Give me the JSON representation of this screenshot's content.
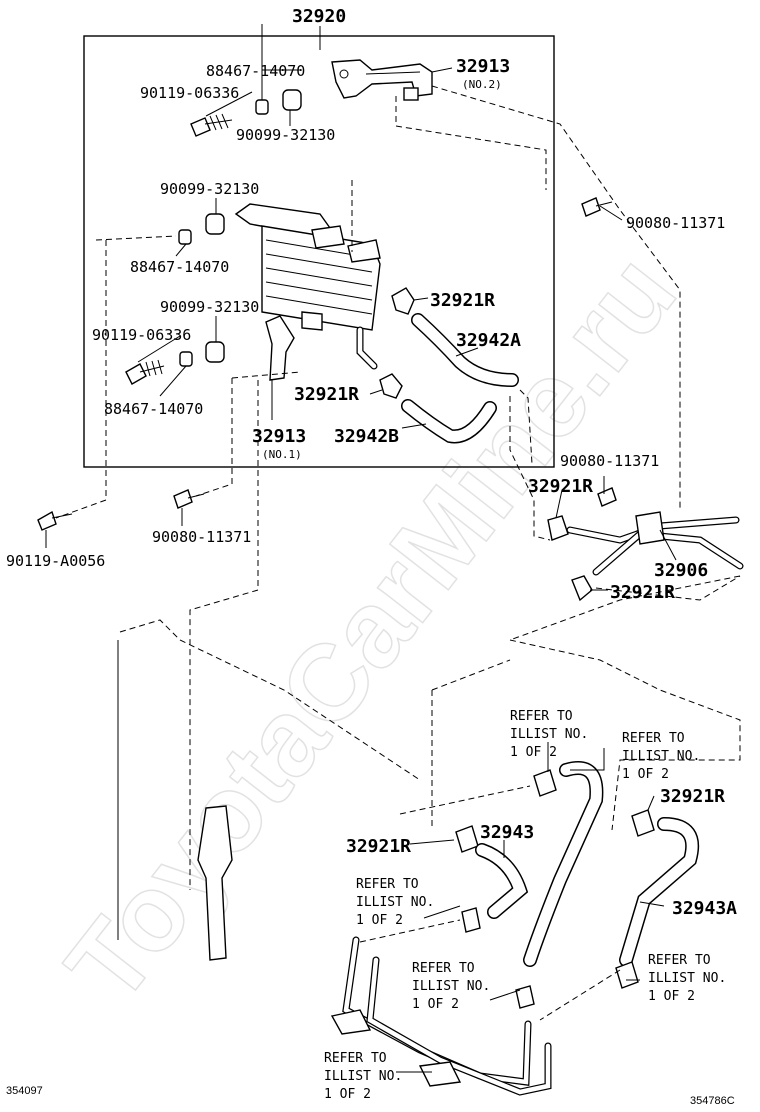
{
  "title_part": "32920",
  "parts": {
    "p88467_top": "88467-14070",
    "p90119_top": "90119-06336",
    "p90099_top": "90099-32130",
    "p32913_no2": "32913",
    "p32913_no2_sub": "(NO.2)",
    "p90080_right": "90080-11371",
    "p90099_mid": "90099-32130",
    "p88467_mid": "88467-14070",
    "p32921R_a": "32921R",
    "p90099_low": "90099-32130",
    "p90119_low": "90119-06336",
    "p32942A": "32942A",
    "p32921R_b": "32921R",
    "p88467_low": "88467-14070",
    "p32913_no1": "32913",
    "p32913_no1_sub": "(NO.1)",
    "p32942B": "32942B",
    "p90080_mid": "90080-11371",
    "p32921R_c": "32921R",
    "p90119_a0056": "90119-A0056",
    "p90080_left": "90080-11371",
    "p32906": "32906",
    "p32921R_d": "32921R",
    "p32921R_e": "32921R",
    "p32943": "32943",
    "p32921R_f": "32921R",
    "p32943A": "32943A"
  },
  "refs": [
    {
      "l1": "REFER TO",
      "l2": "ILLIST NO.",
      "l3": "1 OF 2"
    },
    {
      "l1": "REFER TO",
      "l2": "ILLIST NO.",
      "l3": "1 OF 2"
    },
    {
      "l1": "REFER TO",
      "l2": "ILLIST NO.",
      "l3": "1 OF 2"
    },
    {
      "l1": "REFER TO",
      "l2": "ILLIST NO.",
      "l3": "1 OF 2"
    },
    {
      "l1": "REFER TO",
      "l2": "ILLIST NO.",
      "l3": "1 OF 2"
    },
    {
      "l1": "REFER TO",
      "l2": "ILLIST NO.",
      "l3": "1 OF 2"
    }
  ],
  "watermark": "ToyotaCarMine.ru",
  "corner_left": "354097",
  "corner_right": "354786C"
}
